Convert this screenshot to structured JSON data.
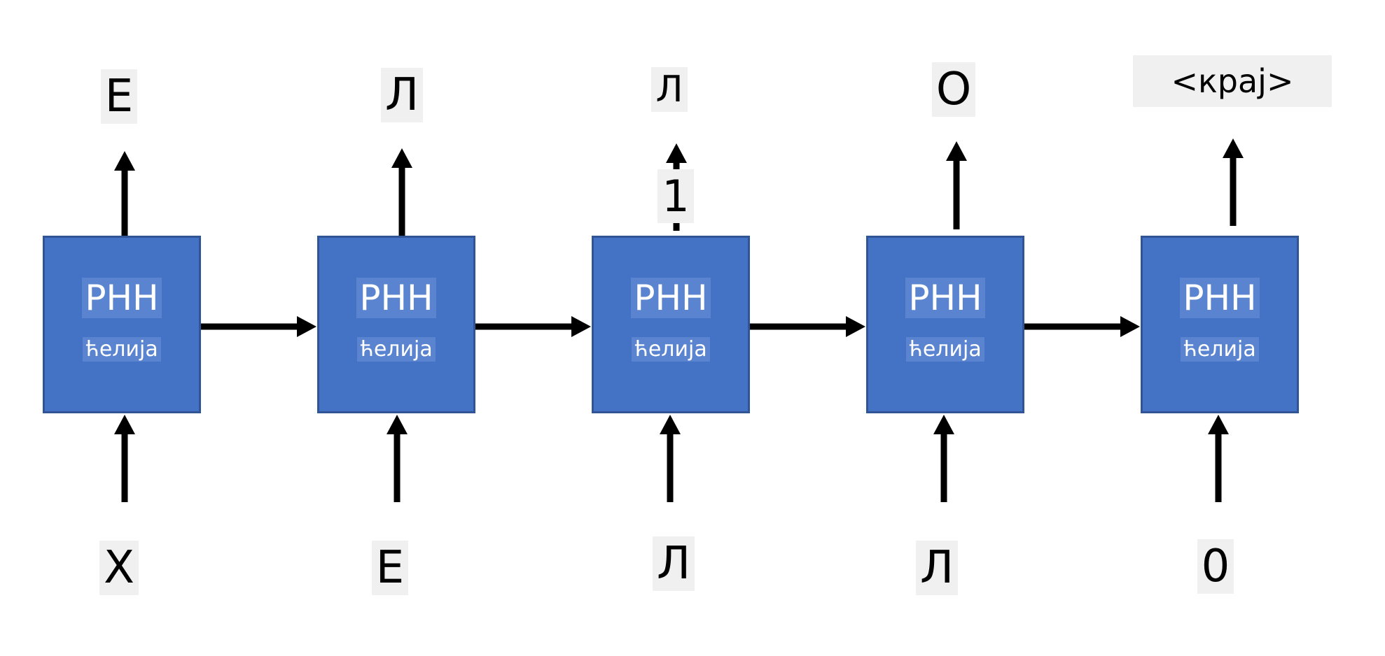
{
  "steps": [
    {
      "input": "Х",
      "output": "Е",
      "cell_title": "РНН",
      "cell_subtitle": "ћелија"
    },
    {
      "input": "Е",
      "output": "Л",
      "cell_title": "РНН",
      "cell_subtitle": "ћелија"
    },
    {
      "input": "Л",
      "output": "Л",
      "output_extra": "1",
      "cell_title": "РНН",
      "cell_subtitle": "ћелија"
    },
    {
      "input": "Л",
      "output": "О",
      "cell_title": "РНН",
      "cell_subtitle": "ћелија"
    },
    {
      "input": "0",
      "output": "<крај>",
      "cell_title": "РНН",
      "cell_subtitle": "ћелија"
    }
  ],
  "colors": {
    "cell_fill": "#4472c4",
    "cell_border": "#2f5597",
    "arrow": "#000000"
  }
}
